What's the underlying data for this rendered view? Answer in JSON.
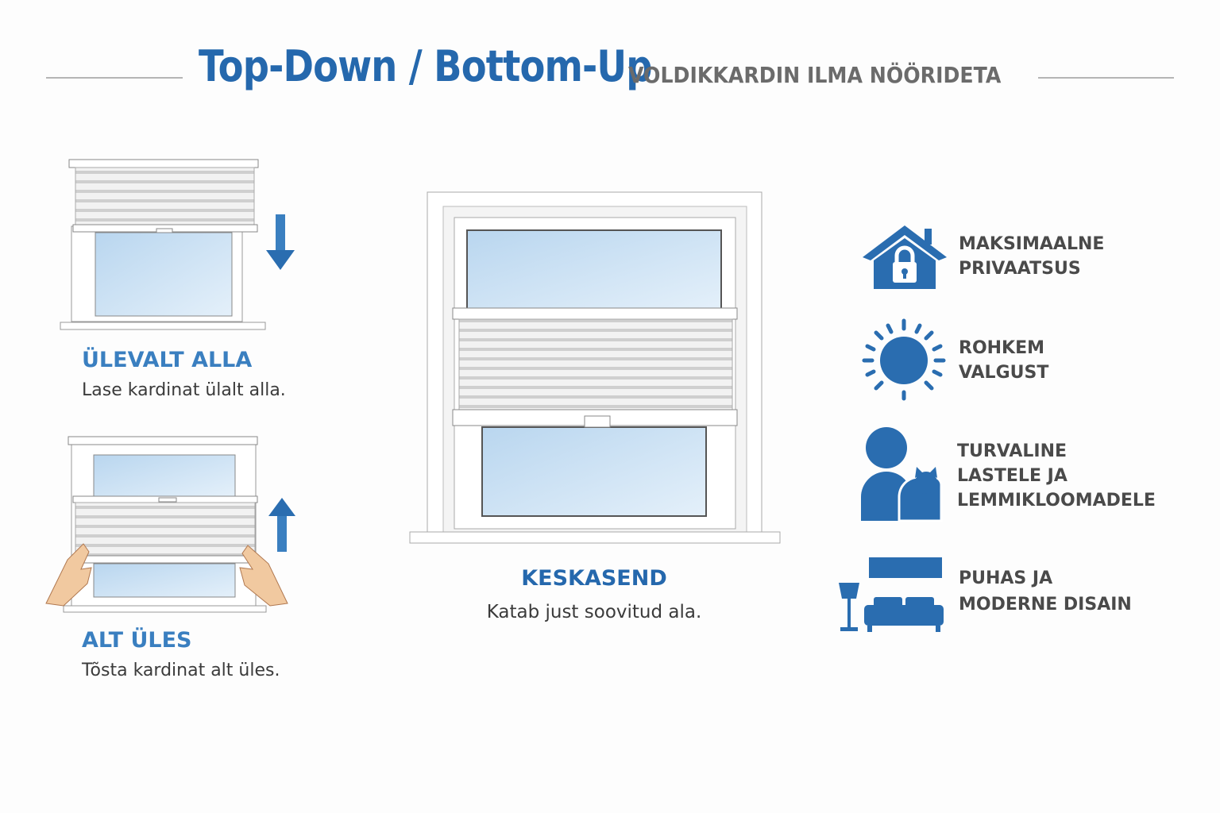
{
  "header": {
    "title": "Top-Down / Bottom-Up",
    "subtitle": "VOLDIKKARDIN ILMA NÖÖRIDETA"
  },
  "modes": [
    {
      "title": "ÜLEVALT ALLA",
      "description": "Lase kardinat ülalt alla.",
      "icon": "arrow-down-icon"
    },
    {
      "title": "ALT ÜLES",
      "description": "Tõsta kardinat alt üles.",
      "icon": "arrow-up-icon"
    },
    {
      "title": "KESKASEND",
      "description": "Katab just soovitud ala."
    }
  ],
  "features": [
    {
      "icon": "house-lock-icon",
      "line1": "MAKSIMAALNE",
      "line2": "PRIVAATSUS"
    },
    {
      "icon": "sun-icon",
      "line1": "ROHKEM",
      "line2": "VALGUST"
    },
    {
      "icon": "person-cat-icon",
      "line1": "TURVALINE",
      "line2": "LASTELE JA",
      "line3": "LEMMIKLOOMADELE"
    },
    {
      "icon": "sofa-lamp-icon",
      "line1": "PUHAS JA",
      "line2": "MODERNE DISAIN"
    }
  ],
  "colors": {
    "accent": "#2568ad",
    "heading": "#3a7fc0",
    "icon": "#2a6db0"
  }
}
